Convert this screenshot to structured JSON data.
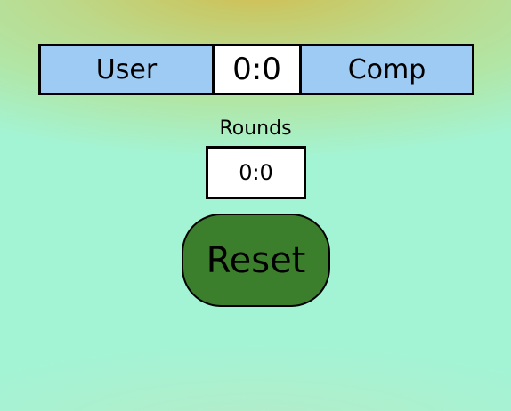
{
  "scoreboard": {
    "user_label": "User",
    "score": "0:0",
    "comp_label": "Comp"
  },
  "rounds": {
    "label": "Rounds",
    "value": "0:0"
  },
  "controls": {
    "reset_label": "Reset"
  },
  "colors": {
    "player_cell": "#9dcbf3",
    "score_cell": "#ffffff",
    "reset_button": "#3b7e2c",
    "background_top": "#d7b94c",
    "background_bottom": "#a3f4d5"
  }
}
